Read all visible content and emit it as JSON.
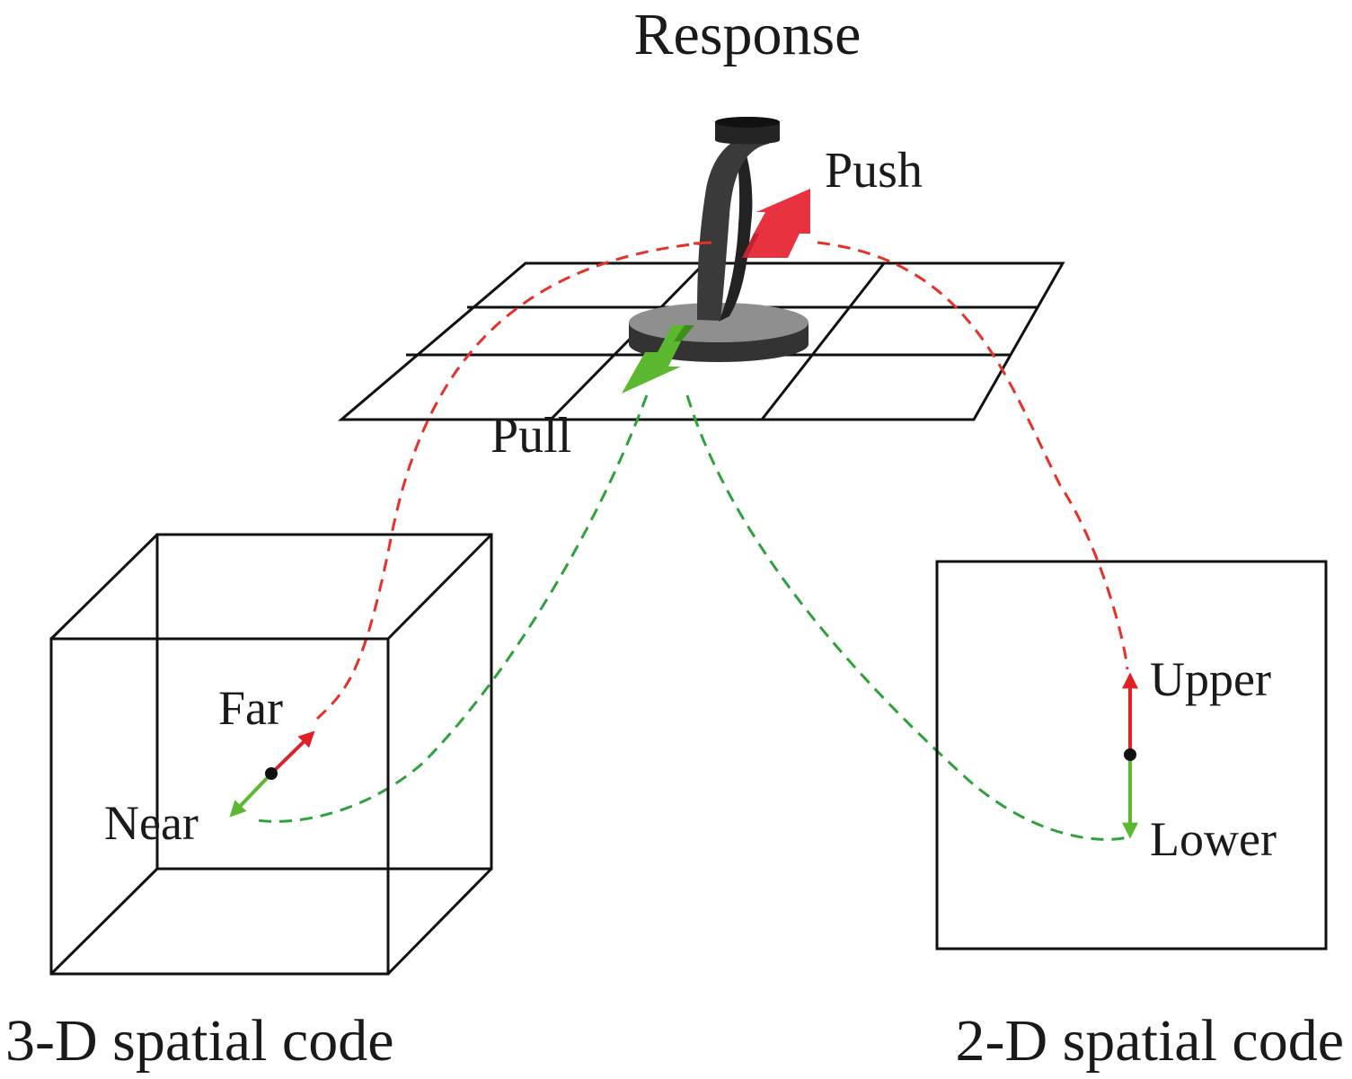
{
  "labels": {
    "title": "Response",
    "push": "Push",
    "pull": "Pull",
    "far": "Far",
    "near": "Near",
    "upper": "Upper",
    "lower": "Lower",
    "caption_3d": "3-D spatial code",
    "caption_2d": "2-D spatial code"
  },
  "colors": {
    "push_red": "#e8323f",
    "pull_green": "#5cb82e",
    "dash_red": "#e53127",
    "dash_green": "#2ea23a",
    "joystick_dark": "#333333",
    "base_gray": "#8f8f8f",
    "line": "#111111"
  },
  "icons": {
    "joystick": "joystick-icon",
    "push_arrow": "arrow-up-right-icon",
    "pull_arrow": "arrow-down-left-icon"
  }
}
